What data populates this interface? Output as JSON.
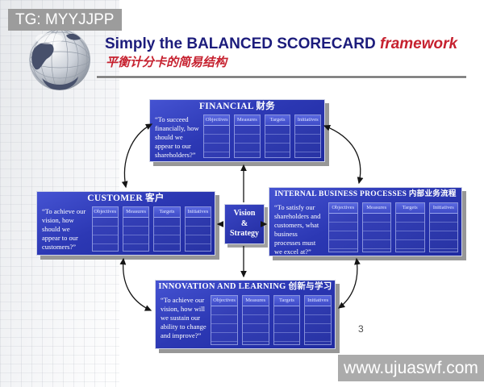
{
  "watermarks": {
    "top": "TG: MYYJJPP",
    "bottom": "www.ujuaswf.com"
  },
  "header": {
    "title_main": "Simply the BALANCED SCORECARD",
    "title_accent": "framework",
    "subtitle": "平衡计分卡的简易结构"
  },
  "columns": [
    "Objectives",
    "Measures",
    "Targets",
    "Initiatives"
  ],
  "boxes": {
    "financial": {
      "title": "FINANCIAL 财务",
      "quote": "“To succeed financially, how should we appear to our shareholders?”"
    },
    "customer": {
      "title": "CUSTOMER 客户",
      "quote": "“To achieve our vision, how should we appear to our customers?”"
    },
    "internal": {
      "title": "INTERNAL BUSINESS PROCESSES 内部业务流程",
      "quote": "“To satisfy our shareholders and customers, what business processes must we excel at?”"
    },
    "innovation": {
      "title": "INNOVATION AND LEARNING 创新与学习",
      "quote": "“To achieve our vision, how will we sustain our ability to change and improve?”"
    }
  },
  "vision": {
    "line1": "Vision",
    "line2": "&",
    "line3": "Strategy"
  },
  "page_number": "3",
  "colors": {
    "title_navy": "#1c1c7c",
    "accent_red": "#c6212f",
    "box_blue": "#2c38b4",
    "shadow_gray": "#979797",
    "watermark_gray": "#9c9c9c"
  }
}
